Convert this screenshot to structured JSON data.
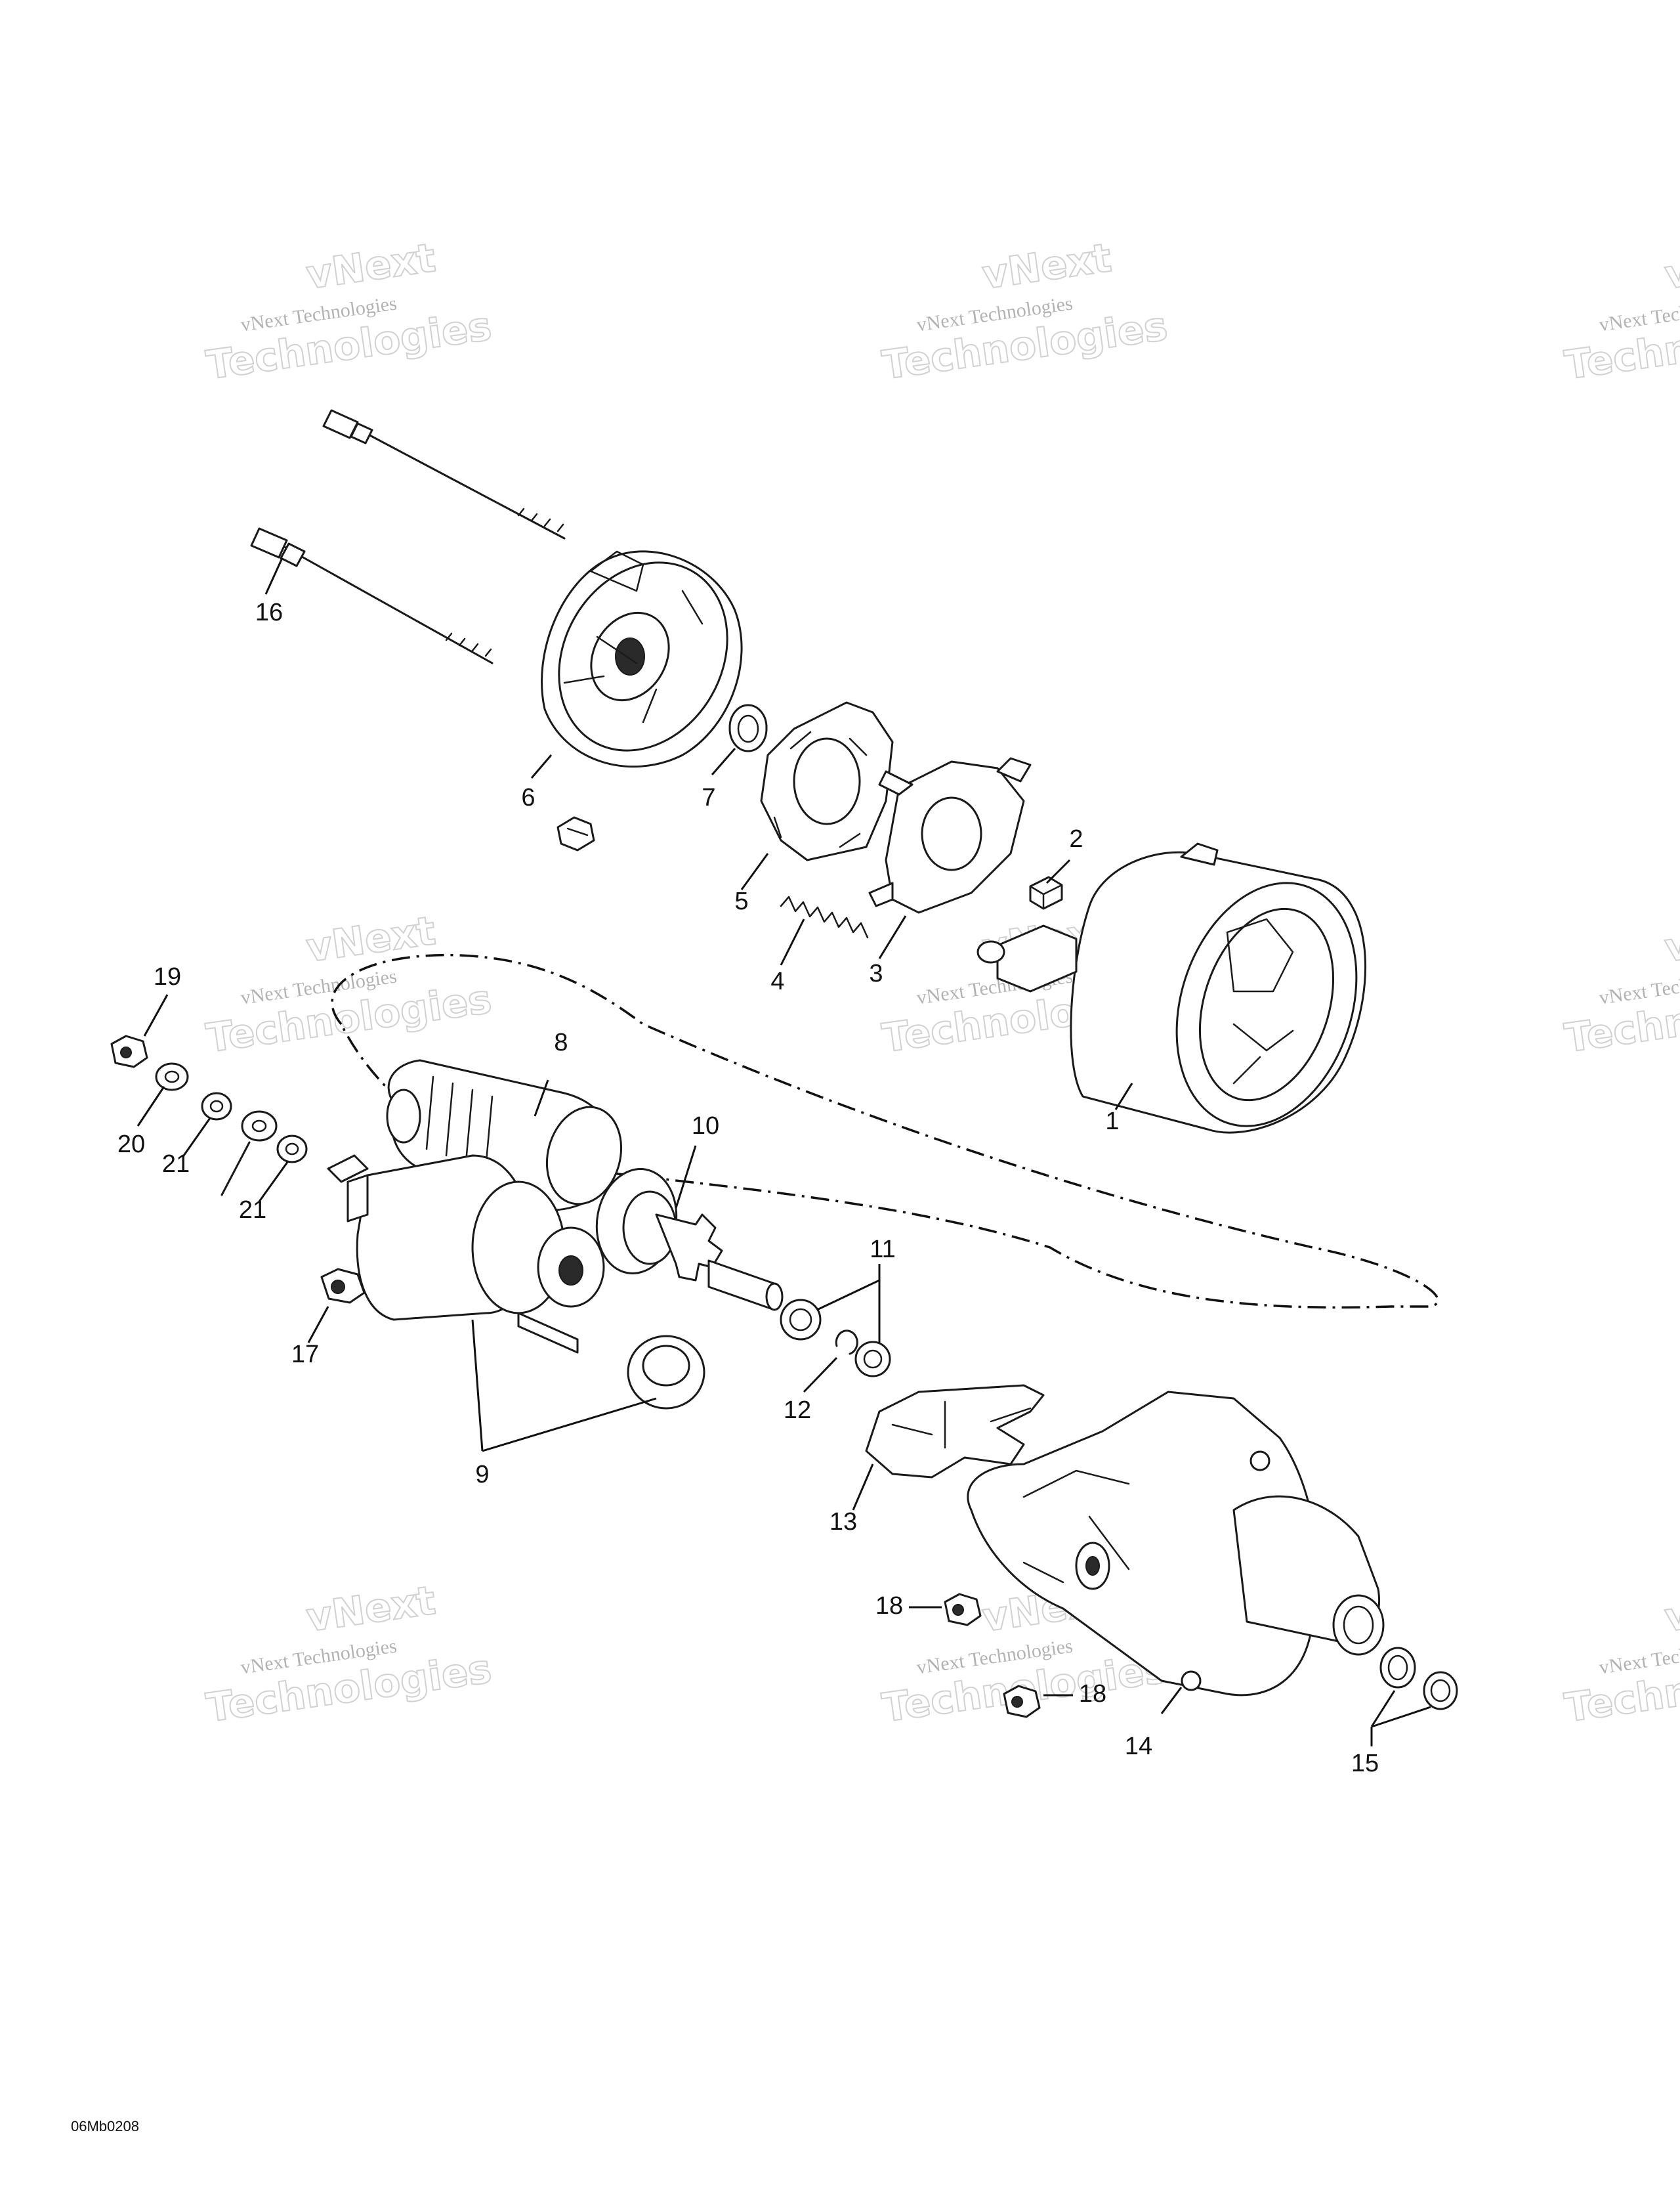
{
  "figure": {
    "code": "06Mb0208",
    "watermark": {
      "line_small": "vNext Technologies",
      "line_top": "vNext",
      "line_big": "Technologies"
    },
    "callouts": [
      "1",
      "2",
      "3",
      "4",
      "5",
      "6",
      "7",
      "8",
      "9",
      "10",
      "11",
      "12",
      "13",
      "14",
      "15",
      "16",
      "17",
      "18",
      "18",
      "19",
      "20",
      "21",
      "21"
    ]
  }
}
